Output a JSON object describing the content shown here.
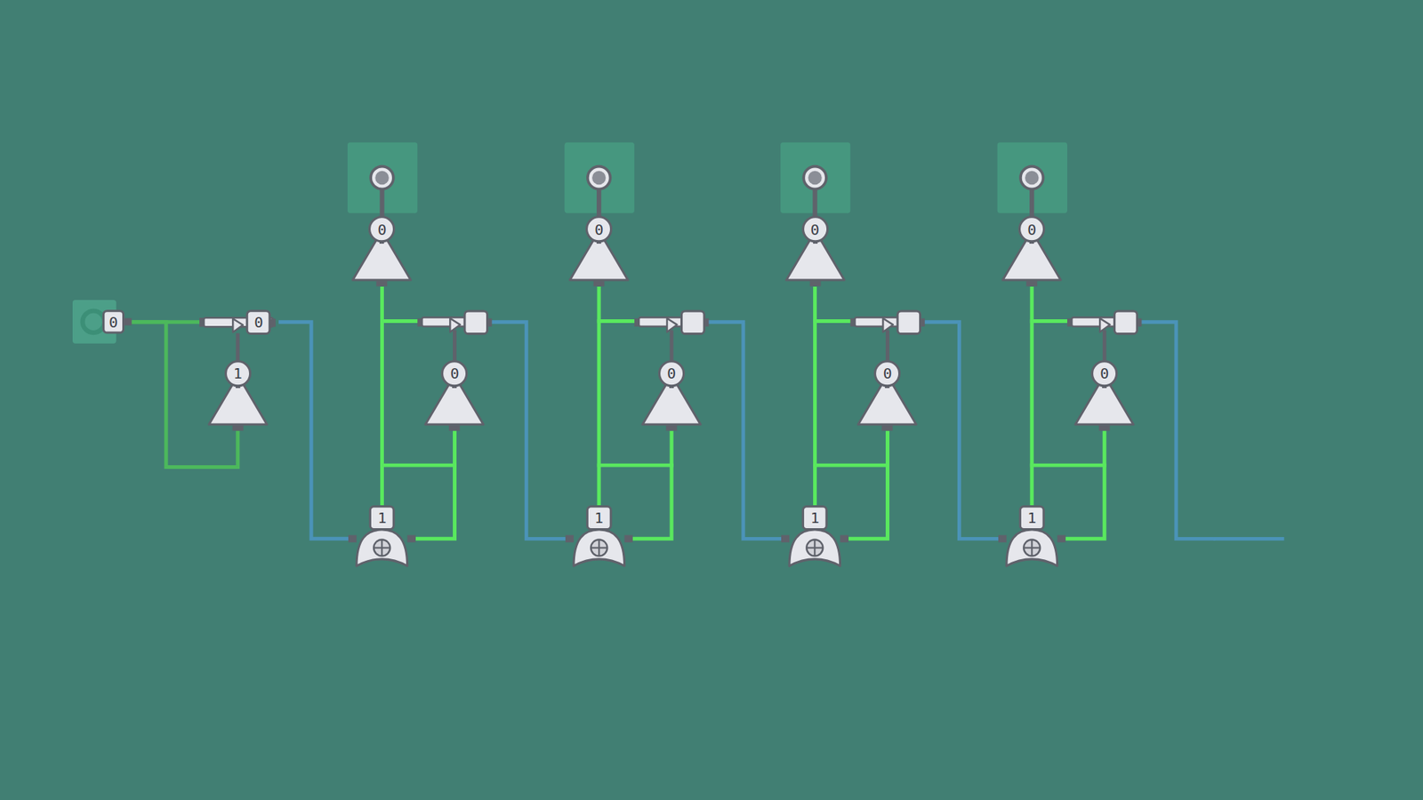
{
  "diagram": {
    "nodes": [
      {
        "text": [
          "0"
        ]
      },
      {
        "text": [
          "0"
        ]
      },
      {
        "text": [
          "1"
        ]
      },
      {
        "text": [
          "0"
        ]
      },
      {
        "text": [
          "0"
        ]
      },
      {
        "text": [
          "1"
        ]
      },
      {
        "text": [
          "0"
        ]
      },
      {
        "text": [
          "0"
        ]
      },
      {
        "text": [
          "1"
        ]
      },
      {
        "text": [
          "0"
        ]
      },
      {
        "text": [
          "0"
        ]
      },
      {
        "text": [
          "1"
        ]
      },
      {
        "text": [
          "0"
        ]
      },
      {
        "text": [
          "0"
        ]
      },
      {
        "text": [
          "1"
        ]
      }
    ],
    "edges": [
      {
        "from": 0,
        "to": 1,
        "arrow": "none"
      },
      {
        "from": 0,
        "to": 2,
        "arrow": "none"
      },
      {
        "from": 2,
        "to": 1,
        "arrow": "none"
      },
      {
        "from": 1,
        "to": 5,
        "arrow": "none"
      },
      {
        "from": 3,
        "to": 5,
        "arrow": "none"
      },
      {
        "from": 4,
        "to": 5,
        "arrow": "none"
      },
      {
        "from": 6,
        "to": 8,
        "arrow": "none"
      },
      {
        "from": 7,
        "to": 8,
        "arrow": "none"
      },
      {
        "from": 9,
        "to": 11,
        "arrow": "none"
      },
      {
        "from": 10,
        "to": 11,
        "arrow": "none"
      },
      {
        "from": 12,
        "to": 14,
        "arrow": "none"
      },
      {
        "from": 13,
        "to": 14,
        "arrow": "none"
      }
    ]
  }
}
